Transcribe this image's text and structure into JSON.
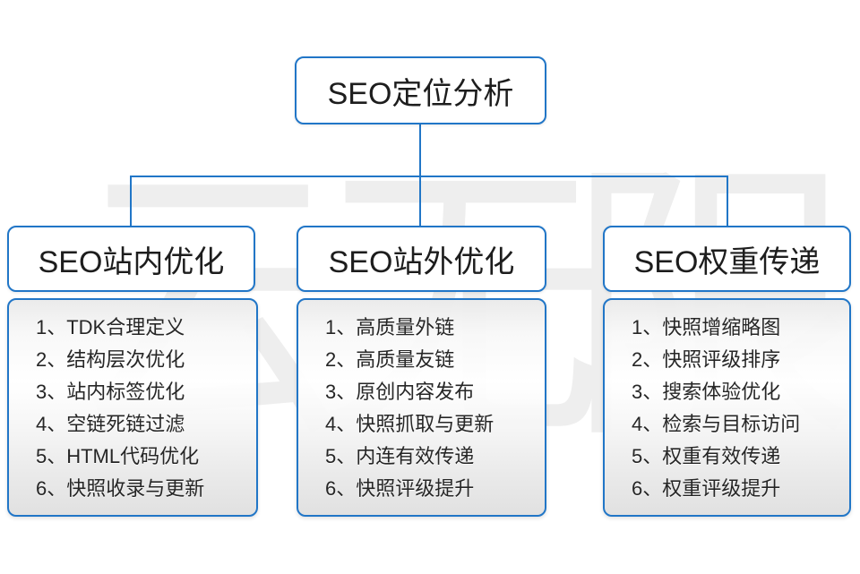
{
  "watermark": {
    "text": "云无限"
  },
  "colors": {
    "accent_blue": "#2176c7",
    "text_dark": "#1d1d1d",
    "watermark_gray": "#eeeeee",
    "panel_gradient_top": "#eaeaea",
    "panel_gradient_middle": "#ffffff",
    "panel_gradient_bottom": "#e0e0e0"
  },
  "root": {
    "label": "SEO定位分析"
  },
  "columns": [
    {
      "title": "SEO站内优化",
      "items": [
        "1、TDK合理定义",
        "2、结构层次优化",
        "3、站内标签优化",
        "4、空链死链过滤",
        "5、HTML代码优化",
        "6、快照收录与更新"
      ]
    },
    {
      "title": "SEO站外优化",
      "items": [
        "1、高质量外链",
        "2、高质量友链",
        "3、原创内容发布",
        "4、快照抓取与更新",
        "5、内连有效传递",
        "6、快照评级提升"
      ]
    },
    {
      "title": "SEO权重传递",
      "items": [
        "1、快照增缩略图",
        "2、快照评级排序",
        "3、搜索体验优化",
        "4、检索与目标访问",
        "5、权重有效传递",
        "6、权重评级提升"
      ]
    }
  ]
}
